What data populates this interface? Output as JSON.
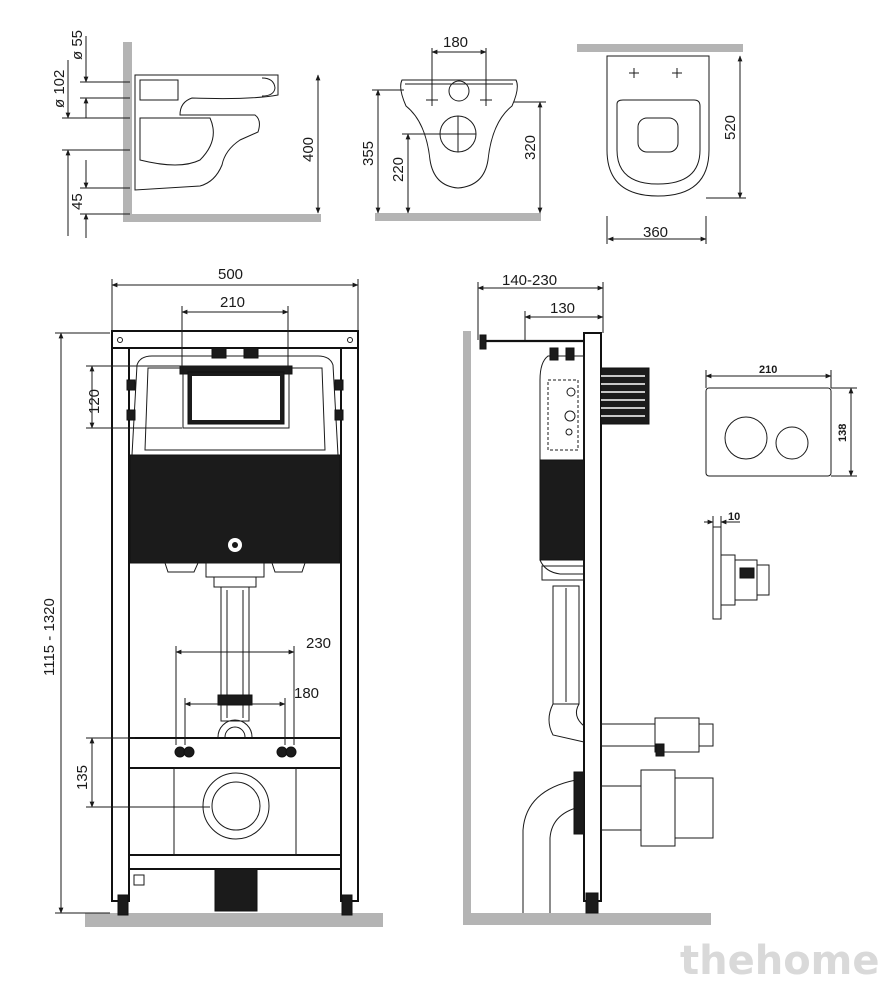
{
  "views": {
    "bowl_side": {
      "dims": [
        "ø 55",
        "ø 102",
        "400",
        "45"
      ]
    },
    "bowl_rear": {
      "dims": [
        "180",
        "355",
        "220",
        "320"
      ]
    },
    "bowl_top": {
      "dims": [
        "520",
        "360"
      ]
    },
    "frame_front": {
      "dims": [
        "500",
        "210",
        "120",
        "1115 - 1320",
        "230",
        "180",
        "135"
      ]
    },
    "frame_side": {
      "dims": [
        "140-230",
        "130"
      ]
    },
    "flush_plate": {
      "dims": [
        "210",
        "138",
        "10"
      ]
    }
  },
  "watermark": "thehome",
  "colors": {
    "line": "#1a1a1a",
    "wall": "#b4b4b4",
    "watermark": "#d9d9d9"
  }
}
